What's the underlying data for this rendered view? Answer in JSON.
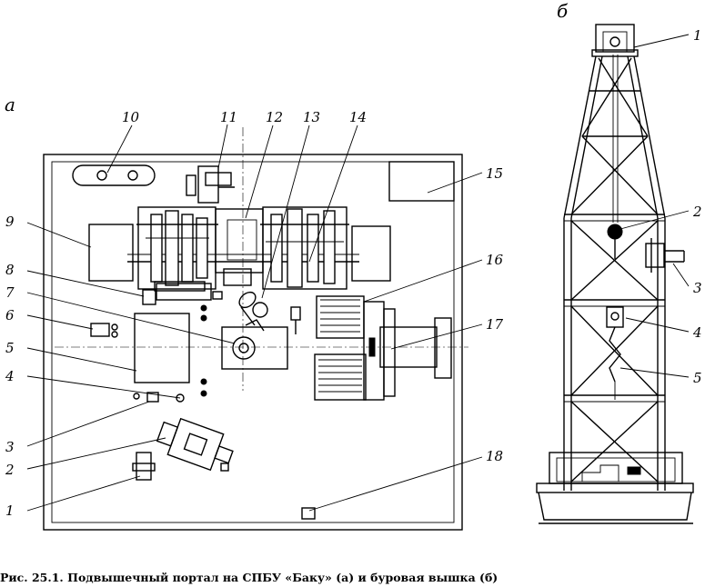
{
  "panel_a": {
    "letter": "а",
    "labels": [
      "10",
      "11",
      "12",
      "13",
      "14",
      "15",
      "9",
      "16",
      "8",
      "7",
      "6",
      "17",
      "5",
      "4",
      "3",
      "2",
      "18",
      "1"
    ]
  },
  "panel_b": {
    "letter": "б",
    "labels": [
      "1",
      "2",
      "3",
      "4",
      "5"
    ]
  },
  "caption": "Рис. 25.1. Подвышечный портал на СПБУ «Баку» (а) и буровая вышка (б)"
}
